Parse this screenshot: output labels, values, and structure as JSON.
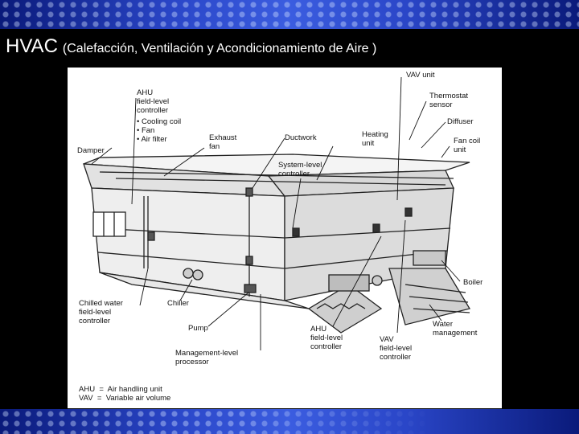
{
  "slide": {
    "title_main": "HVAC",
    "title_sub": "(Calefacción, Ventilación y Acondicionamiento de Aire )"
  },
  "diagram": {
    "labels": {
      "vav_unit": "VAV unit",
      "thermostat_1": "Thermostat",
      "thermostat_2": "sensor",
      "diffuser": "Diffuser",
      "fan_coil_1": "Fan coil",
      "fan_coil_2": "unit",
      "ahu_top_1": "AHU",
      "ahu_top_2": "field-level",
      "ahu_top_3": "controller",
      "ahu_top_4": "• Cooling coil",
      "ahu_top_5": "• Fan",
      "ahu_top_6": "• Air filter",
      "exhaust_1": "Exhaust",
      "exhaust_2": "fan",
      "ductwork": "Ductwork",
      "heating_1": "Heating",
      "heating_2": "unit",
      "damper": "Damper",
      "system_1": "System-level",
      "system_2": "controller",
      "boiler": "Boiler",
      "chilled_1": "Chilled water",
      "chilled_2": "field-level",
      "chilled_3": "controller",
      "chiller": "Chiller",
      "pump": "Pump",
      "ahu_bot_1": "AHU",
      "ahu_bot_2": "field-level",
      "ahu_bot_3": "controller",
      "vav_bot_1": "VAV",
      "vav_bot_2": "field-level",
      "vav_bot_3": "controller",
      "water_1": "Water",
      "water_2": "management",
      "mgmt_1": "Management-level",
      "mgmt_2": "processor",
      "legend_1": "AHU  =  Air handling unit",
      "legend_2": "VAV  =  Variable air volume"
    }
  }
}
